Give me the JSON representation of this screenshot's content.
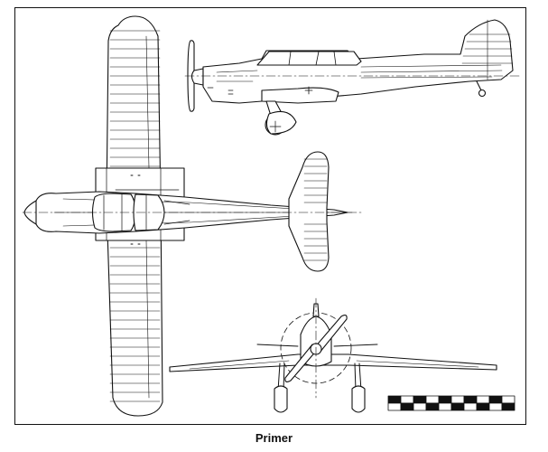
{
  "caption": "Primer",
  "scale_bar": {
    "segments": 10,
    "colors": [
      "#111111",
      "#ffffff"
    ]
  },
  "views": [
    "side-view",
    "plan-view",
    "front-view"
  ],
  "colors": {
    "ink": "#111111",
    "paper": "#ffffff"
  }
}
